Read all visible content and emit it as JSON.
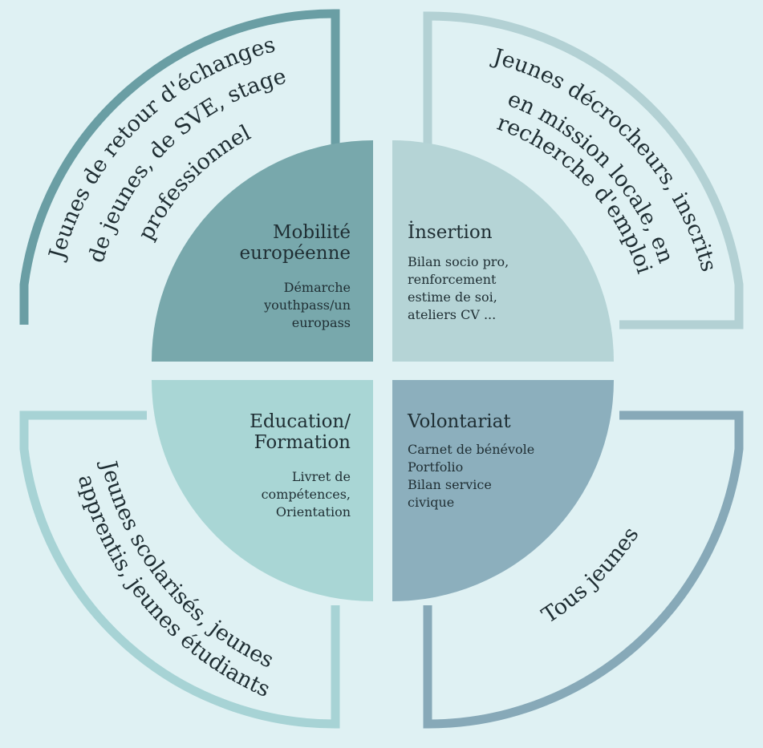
{
  "colors": {
    "background": "#dff1f3",
    "q_tl": "#78a8ac",
    "q_tr": "#b5d4d6",
    "q_bl": "#a9d6d5",
    "q_br": "#8cafbd",
    "ring_tl": "#6a9ea4",
    "ring_tr": "#b3d1d4",
    "ring_bl": "#a7d3d5",
    "ring_br": "#87a9b8"
  },
  "quadrants": {
    "top_left": {
      "title_lines": [
        "Mobilité",
        "européenne"
      ],
      "desc_lines": [
        "Démarche",
        "youthpass/un",
        "europass"
      ]
    },
    "top_right": {
      "title_lines": [
        "İnsertion"
      ],
      "desc_lines": [
        "Bilan socio pro,",
        "renforcement",
        "estime de soi,",
        "ateliers CV ..."
      ]
    },
    "bottom_left": {
      "title_lines": [
        "Education/",
        "Formation"
      ],
      "desc_lines": [
        "Livret de",
        "compétences,",
        "Orientation"
      ]
    },
    "bottom_right": {
      "title_lines": [
        "Volontariat"
      ],
      "desc_lines": [
        "Carnet de bénévole",
        "Portfolio",
        "Bilan service",
        "civique"
      ]
    }
  },
  "ring_labels": {
    "top_left": [
      "Jeunes de retour d'échanges",
      "de jeunes, de SVE, stage",
      "professionnel"
    ],
    "top_right": [
      "Jeunes décrocheurs, inscrits",
      "en mission locale, en",
      "recherche d'emploi"
    ],
    "bottom_left": [
      "Jeunes scolarisés, jeunes",
      "apprentis, jeunes étudiants"
    ],
    "bottom_right": [
      "Tous jeunes"
    ]
  }
}
